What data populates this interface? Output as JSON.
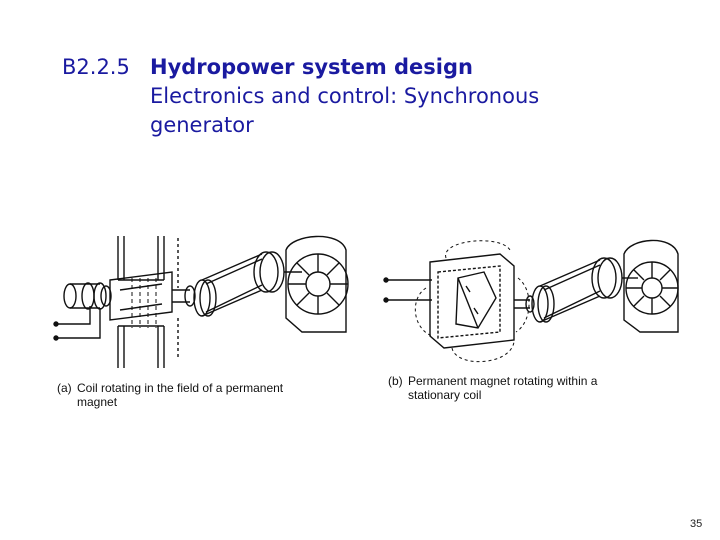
{
  "heading": {
    "number": "B2.2.5",
    "title": "Hydropower system design",
    "subtitle_line1": "Electronics and control: Synchronous",
    "subtitle_line2": "generator"
  },
  "figure": {
    "caption_a_tag": "(a)",
    "caption_a_line1": "Coil rotating in the field of a permanent",
    "caption_a_line2": "magnet",
    "caption_b_tag": "(b)",
    "caption_b_line1": "Permanent magnet rotating within a",
    "caption_b_line2": "stationary coil"
  },
  "footer": {
    "page_number": "35"
  }
}
